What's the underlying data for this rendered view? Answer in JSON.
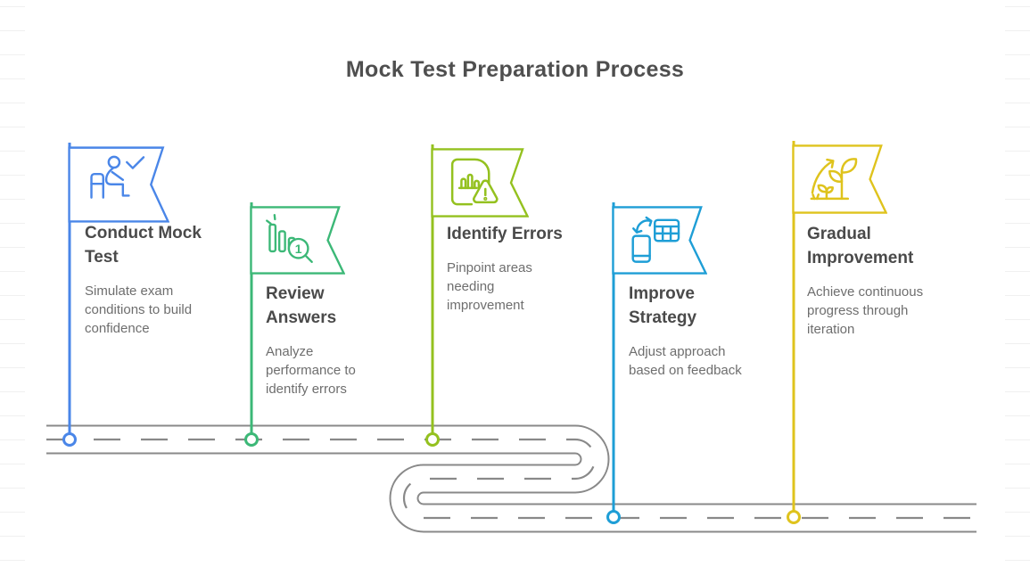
{
  "title": "Mock Test Preparation Process",
  "palette": {
    "road": "#898989",
    "title_text": "#4f4f4f",
    "heading_text": "#4a4a4a",
    "body_text": "#6e6e6e",
    "ruled_line": "#f0f0f0",
    "background": "#ffffff"
  },
  "road": {
    "style": "two-lane road with dashed center line and two U-turns",
    "dash_color": "#898989"
  },
  "steps": [
    {
      "title": "Conduct Mock Test",
      "description": "Simulate exam conditions to build confidence",
      "color": "#4a86e8",
      "icon": "person-taking-test-icon"
    },
    {
      "title": "Review Answers",
      "description": "Analyze performance to identify errors",
      "color": "#3cb877",
      "icon": "bar-chart-magnifier-icon",
      "badge": "1"
    },
    {
      "title": "Identify Errors",
      "description": "Pinpoint areas needing improvement",
      "color": "#94c11f",
      "icon": "report-warning-icon"
    },
    {
      "title": "Improve Strategy",
      "description": "Adjust approach based on feedback",
      "color": "#1e9ed6",
      "icon": "device-table-sync-icon"
    },
    {
      "title": "Gradual Improvement",
      "description": "Achieve continuous progress through iteration",
      "color": "#dfc31d",
      "icon": "plant-growth-icon"
    }
  ]
}
